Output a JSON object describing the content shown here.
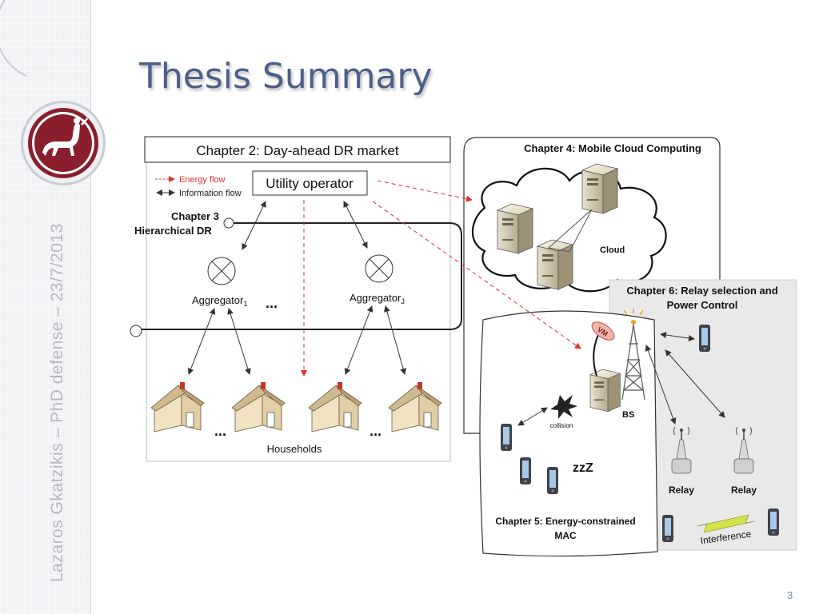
{
  "slide": {
    "title": "Thesis Summary",
    "footer_vertical": "Lazaros Gkatzikis – PhD defense – 23/7/2013",
    "page_number": "3"
  },
  "diagram": {
    "ch2_title": "Chapter 2: Day-ahead DR market",
    "legend_energy": "Energy flow",
    "legend_info": "Information flow",
    "utility_operator": "Utility operator",
    "ch3_line1": "Chapter 3",
    "ch3_line2": "Hierarchical DR",
    "aggregator_1": "Aggregator",
    "aggregator_1_sub": "1",
    "aggregator_j": "Aggregator",
    "aggregator_j_sub": "J",
    "ellipsis": "...",
    "households_ellipsis": "...",
    "households": "Households",
    "ch4_title": "Chapter 4: Mobile Cloud Computing",
    "cloud": "Cloud",
    "ch6_line1": "Chapter 6: Relay selection and",
    "ch6_line2": "Power Control",
    "vm": "VM",
    "bs": "BS",
    "collision": "collision",
    "zzz": "zzZ",
    "relay_1": "Relay",
    "relay_2": "Relay",
    "ch5_line1": "Chapter 5: Energy-constrained",
    "ch5_line2": "MAC",
    "interference": "Interference"
  }
}
